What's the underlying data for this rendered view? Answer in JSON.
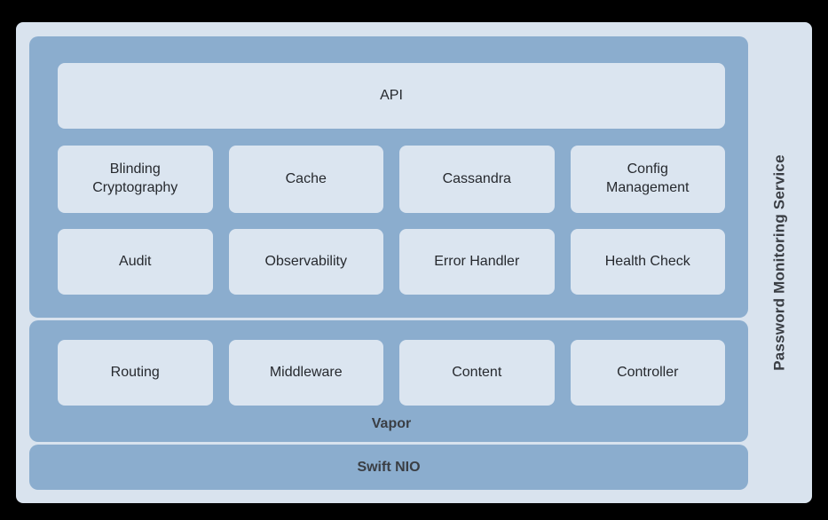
{
  "diagram": {
    "title": "Password Monitoring Service",
    "service_layer": {
      "api_label": "API",
      "component_rows": [
        [
          "Blinding Cryptography",
          "Cache",
          "Cassandra",
          "Config Management"
        ],
        [
          "Audit",
          "Observability",
          "Error Handler",
          "Health Check"
        ]
      ]
    },
    "vapor_layer": {
      "label": "Vapor",
      "components": [
        "Routing",
        "Middleware",
        "Content",
        "Controller"
      ]
    },
    "foundation_layer": {
      "label": "Swift NIO"
    }
  },
  "colors": {
    "page-bg": "#000000",
    "outer-bg": "#d9e3ee",
    "layer-bg": "#8badce",
    "box-bg": "#dbe5f0",
    "box-text": "#26292e",
    "label-text": "#3a3e44"
  }
}
